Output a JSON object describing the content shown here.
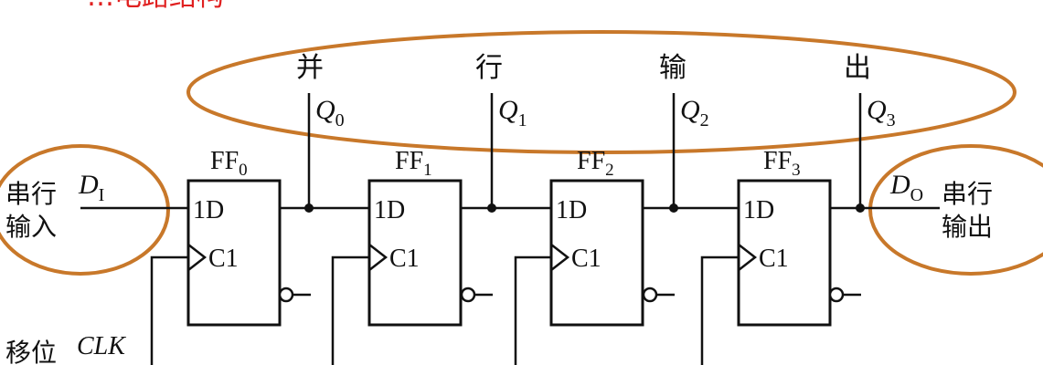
{
  "header_fragment": "…电路结构",
  "parallel_output": {
    "chars": [
      "并",
      "行",
      "输",
      "出"
    ]
  },
  "serial_input": {
    "line1": "串行",
    "line2": "输入",
    "signal": "D",
    "signal_sub": "I"
  },
  "serial_output": {
    "line1": "串行",
    "line2": "输出",
    "signal": "D",
    "signal_sub": "O"
  },
  "flip_flops": [
    {
      "name": "FF",
      "sub": "0",
      "d_pin": "1D",
      "c_pin": "C1",
      "q": "Q",
      "q_sub": "0"
    },
    {
      "name": "FF",
      "sub": "1",
      "d_pin": "1D",
      "c_pin": "C1",
      "q": "Q",
      "q_sub": "1"
    },
    {
      "name": "FF",
      "sub": "2",
      "d_pin": "1D",
      "c_pin": "C1",
      "q": "Q",
      "q_sub": "2"
    },
    {
      "name": "FF",
      "sub": "3",
      "d_pin": "1D",
      "c_pin": "C1",
      "q": "Q",
      "q_sub": "3"
    }
  ],
  "clock": {
    "label_cn": "移位",
    "label": "CLK"
  },
  "colors": {
    "highlight": "#c8782a",
    "wire": "#111111",
    "title_red": "#e02020"
  }
}
